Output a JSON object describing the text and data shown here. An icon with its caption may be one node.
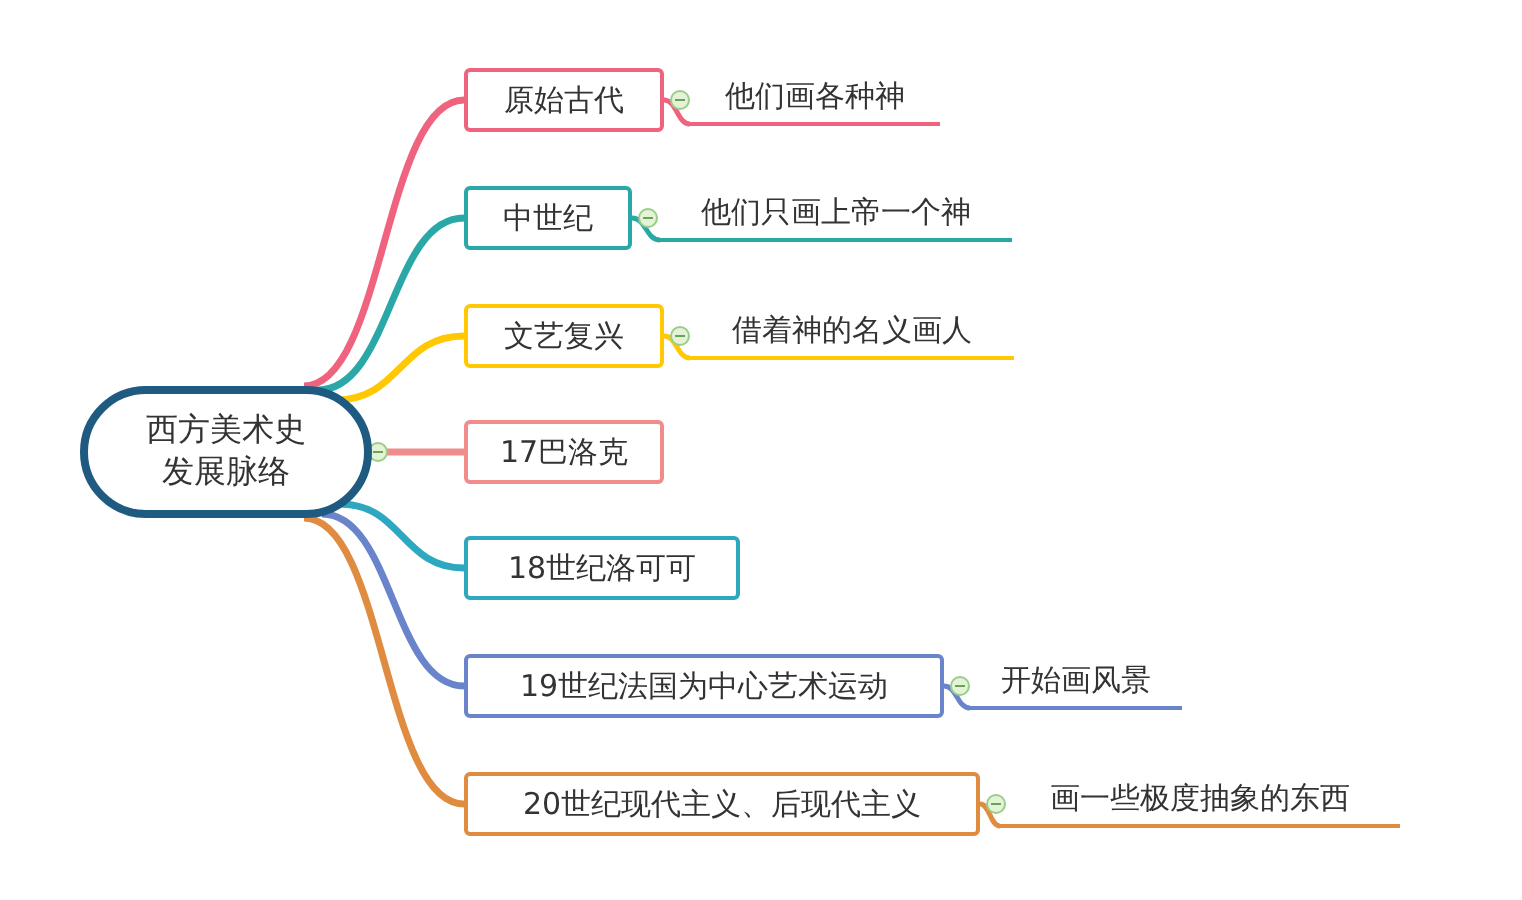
{
  "diagram": {
    "nodes": [
      {
        "text": [
          "西方美术史发展脉络"
        ]
      },
      {
        "text": [
          "原始古代"
        ]
      },
      {
        "text": [
          "他们画各种神"
        ]
      },
      {
        "text": [
          "中世纪"
        ]
      },
      {
        "text": [
          "他们只画上帝一个神"
        ]
      },
      {
        "text": [
          "文艺复兴"
        ]
      },
      {
        "text": [
          "借着神的名义画人"
        ]
      },
      {
        "text": [
          "17巴洛克"
        ]
      },
      {
        "text": [
          "18世纪洛可可"
        ]
      },
      {
        "text": [
          "19世纪法国为中心艺术运动"
        ]
      },
      {
        "text": [
          "开始画风景"
        ]
      },
      {
        "text": [
          "20世纪现代主义、后现代主义"
        ]
      },
      {
        "text": [
          "画一些极度抽象的东西"
        ]
      }
    ],
    "edges": [
      {
        "from": 0,
        "to": 1,
        "arrow": "none",
        "color": "#f0637f"
      },
      {
        "from": 0,
        "to": 3,
        "arrow": "none",
        "color": "#2aa8a8"
      },
      {
        "from": 0,
        "to": 5,
        "arrow": "none",
        "color": "#ffc800"
      },
      {
        "from": 0,
        "to": 7,
        "arrow": "none",
        "color": "#f08c8c"
      },
      {
        "from": 0,
        "to": 8,
        "arrow": "none",
        "color": "#2ea8c0"
      },
      {
        "from": 0,
        "to": 9,
        "arrow": "none",
        "color": "#6a84cc"
      },
      {
        "from": 0,
        "to": 11,
        "arrow": "none",
        "color": "#e08c40"
      },
      {
        "from": 1,
        "to": 2,
        "arrow": "none",
        "color": "#f0637f"
      },
      {
        "from": 3,
        "to": 4,
        "arrow": "none",
        "color": "#2aa8a8"
      },
      {
        "from": 5,
        "to": 6,
        "arrow": "none",
        "color": "#ffc800"
      },
      {
        "from": 9,
        "to": 10,
        "arrow": "none",
        "color": "#6a84cc"
      },
      {
        "from": 11,
        "to": 12,
        "arrow": "none",
        "color": "#e08c40"
      }
    ]
  }
}
